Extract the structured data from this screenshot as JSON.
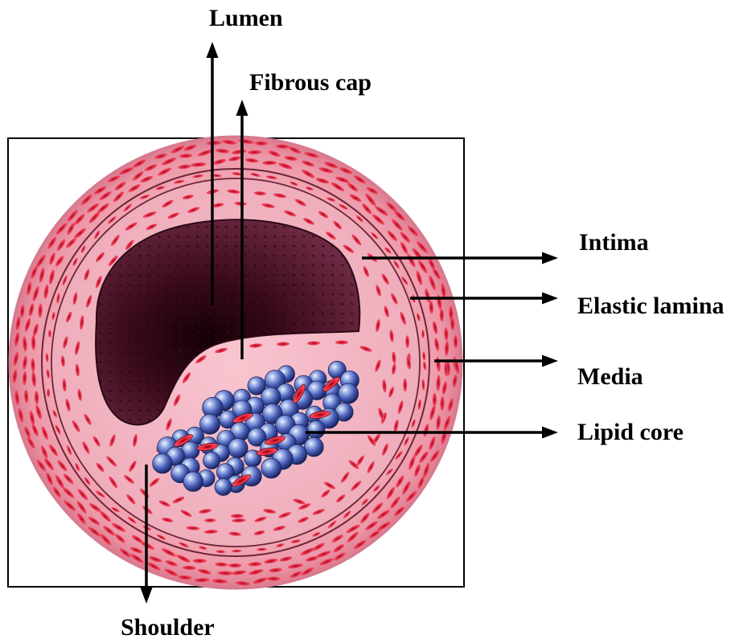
{
  "labels": {
    "lumen": "Lumen",
    "fibrous_cap": "Fibrous cap",
    "intima": "Intima",
    "elastic_lamina": "Elastic lamina",
    "media": "Media",
    "lipid_core": "Lipid core",
    "shoulder": "Shoulder"
  },
  "colors": {
    "vessel_wall": "#eea2b2",
    "muscle_cells": "#e3283e",
    "elastic_lamina": "#6e2436",
    "lumen": "#3a0a1a",
    "lipid_core": "#3a4fa8",
    "arrows": "#000000"
  }
}
